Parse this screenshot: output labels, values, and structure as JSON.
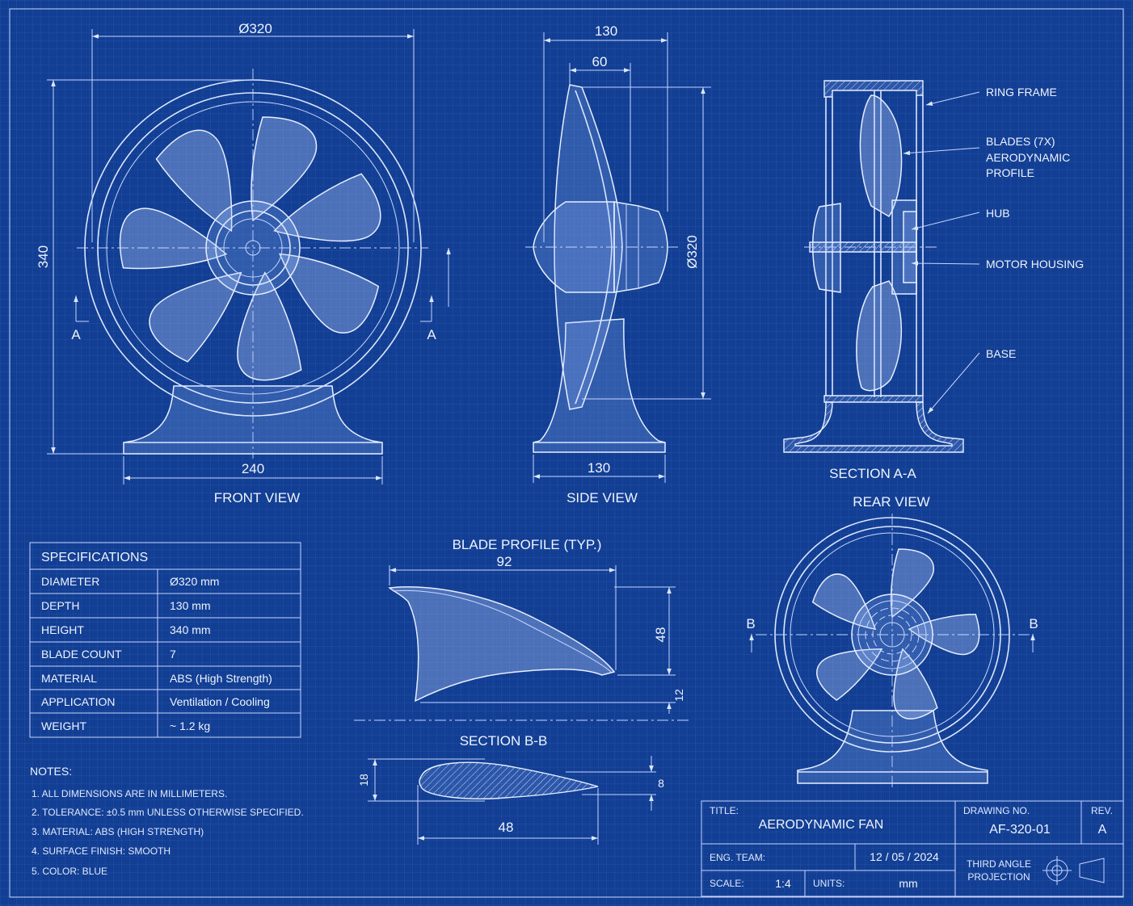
{
  "views": {
    "front_view": "FRONT VIEW",
    "side_view": "SIDE VIEW",
    "section_aa": "SECTION A-A",
    "rear_view": "REAR VIEW",
    "blade_profile": "BLADE PROFILE (TYP.)",
    "section_bb": "SECTION B-B"
  },
  "dimensions": {
    "front_diameter": "Ø320",
    "front_height": "340",
    "front_base": "240",
    "section_mark_a": "A",
    "side_depth": "130",
    "side_hub": "60",
    "side_diameter": "Ø320",
    "side_base": "130",
    "blade_length": "92",
    "blade_height": "48",
    "blade_root": "12",
    "bb_thickness": "18",
    "bb_tip": "8",
    "bb_chord": "48",
    "section_mark_b": "B"
  },
  "callouts": {
    "ring_frame": "RING FRAME",
    "blades_line1": "BLADES (7X)",
    "blades_line2": "AERODYNAMIC",
    "blades_line3": "PROFILE",
    "hub": "HUB",
    "motor_housing": "MOTOR HOUSING",
    "base": "BASE"
  },
  "specifications": {
    "title": "SPECIFICATIONS",
    "rows": [
      {
        "label": "DIAMETER",
        "value": "Ø320 mm"
      },
      {
        "label": "DEPTH",
        "value": "130 mm"
      },
      {
        "label": "HEIGHT",
        "value": "340 mm"
      },
      {
        "label": "BLADE COUNT",
        "value": "7"
      },
      {
        "label": "MATERIAL",
        "value": "ABS (High Strength)"
      },
      {
        "label": "APPLICATION",
        "value": "Ventilation / Cooling"
      },
      {
        "label": "WEIGHT",
        "value": "~ 1.2 kg"
      }
    ]
  },
  "notes": {
    "title": "NOTES:",
    "items": [
      "1.  ALL DIMENSIONS ARE IN MILLIMETERS.",
      "2.  TOLERANCE: ±0.5 mm UNLESS OTHERWISE SPECIFIED.",
      "3.  MATERIAL: ABS (HIGH STRENGTH)",
      "4.  SURFACE FINISH: SMOOTH",
      "5.  COLOR: BLUE"
    ]
  },
  "title_block": {
    "title_label": "TITLE:",
    "title_value": "AERODYNAMIC FAN",
    "drawing_no_label": "DRAWING NO.",
    "drawing_no_value": "AF-320-01",
    "rev_label": "REV.",
    "rev_value": "A",
    "eng_label": "ENG. TEAM:",
    "date": "12 / 05 / 2024",
    "projection_line1": "THIRD ANGLE",
    "projection_line2": "PROJECTION",
    "scale_label": "SCALE:",
    "scale_value": "1:4",
    "units_label": "UNITS:",
    "units_value": "mm"
  },
  "colors": {
    "background": "#123f94",
    "line": "#dbe6ff",
    "text": "#eef3ff"
  }
}
